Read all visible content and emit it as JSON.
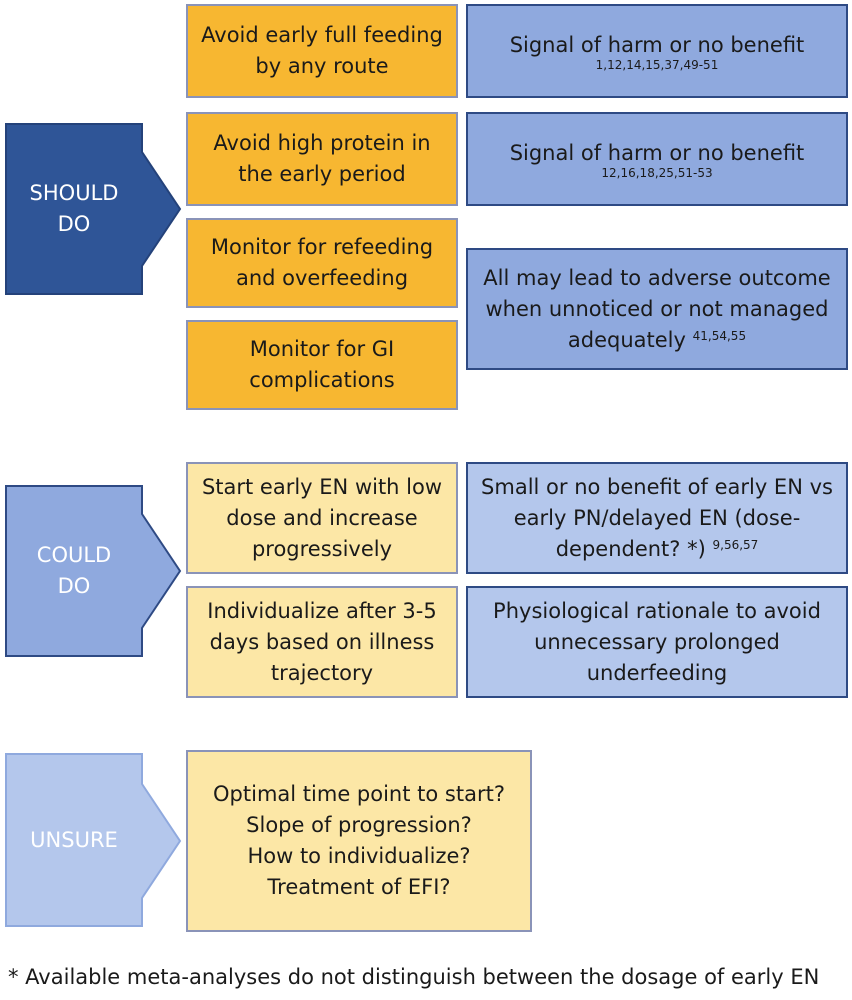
{
  "sections": {
    "should": {
      "label_line1": "SHOULD",
      "label_line2": "DO",
      "color": "#2f5597",
      "items": [
        {
          "line1": "Avoid early full feeding",
          "line2": "by any route"
        },
        {
          "line1": "Avoid high protein in",
          "line2": "the early period"
        },
        {
          "line1": "Monitor for refeeding",
          "line2": "and overfeeding"
        },
        {
          "line1": "Monitor for GI",
          "line2": "complications"
        }
      ],
      "evidence": [
        {
          "text": "Signal of harm or no benefit",
          "refs": "1,12,14,15,37,49-51"
        },
        {
          "text": "Signal of harm or no benefit",
          "refs": "12,16,18,25,51-53"
        },
        {
          "line1": "All may lead to adverse outcome",
          "line2": "when unnoticed or not managed",
          "line3": "adequately",
          "refs": "41,54,55"
        }
      ]
    },
    "could": {
      "label_line1": "COULD",
      "label_line2": "DO",
      "color": "#8fa9de",
      "items": [
        {
          "line1": "Start early EN with low",
          "line2": "dose and increase",
          "line3": "progressively"
        },
        {
          "line1": "Individualize after 3-5",
          "line2": "days based on illness",
          "line3": "trajectory"
        }
      ],
      "evidence": [
        {
          "line1": "Small or no benefit of early EN vs",
          "line2": "early PN/delayed EN (dose-",
          "line3": "dependent? *)",
          "refs": "9,56,57"
        },
        {
          "line1": "Physiological rationale to avoid",
          "line2": "unnecessary prolonged",
          "line3": "underfeeding"
        }
      ]
    },
    "unsure": {
      "label": "UNSURE",
      "color": "#b4c7ec",
      "questions": [
        "Optimal time point to start?",
        "Slope of progression?",
        "How to individualize?",
        "Treatment of EFI?"
      ]
    }
  },
  "footnote": "* Available meta-analyses do not distinguish between the dosage of early EN"
}
